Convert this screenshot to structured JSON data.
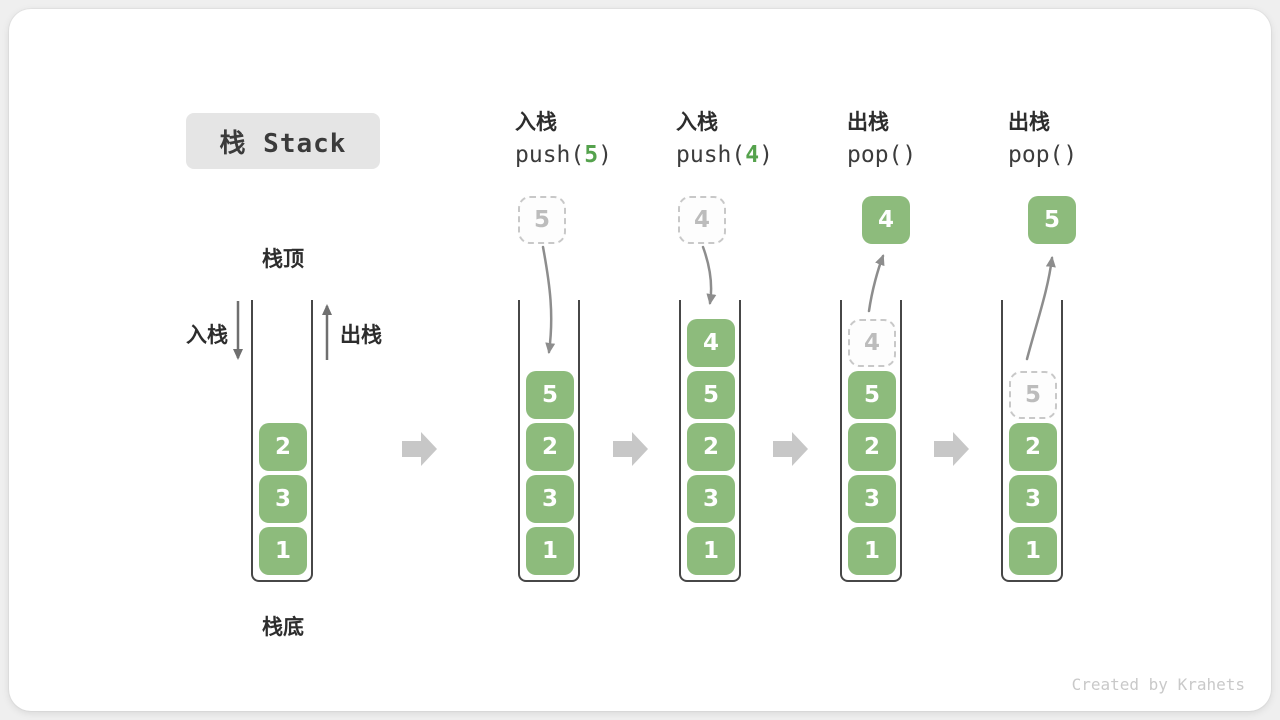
{
  "title": "栈 Stack",
  "labels": {
    "stack_top": "栈顶",
    "stack_bottom": "栈底",
    "push_side": "入栈",
    "pop_side": "出栈"
  },
  "colors": {
    "cell_green": "#8dbb7c",
    "code_arg_green": "#55a24d",
    "ghost_gray": "#c8c8c8",
    "container_stroke": "#474747",
    "transition_arrow_gray": "#c7c7c7"
  },
  "columns": [
    {
      "name": "initial-stack",
      "cells": [
        "2",
        "3",
        "1"
      ]
    },
    {
      "name": "push-5",
      "op_cn": "入栈",
      "code_pre": "push(",
      "code_arg": "5",
      "code_post": ")",
      "floating": "5",
      "cells": [
        "5",
        "2",
        "3",
        "1"
      ]
    },
    {
      "name": "push-4",
      "op_cn": "入栈",
      "code_pre": "push(",
      "code_arg": "4",
      "code_post": ")",
      "floating": "4",
      "cells": [
        "4",
        "5",
        "2",
        "3",
        "1"
      ]
    },
    {
      "name": "pop-4",
      "op_cn": "出栈",
      "code_pre": "pop()",
      "code_arg": "",
      "code_post": "",
      "floating": "4",
      "ghost_cell": "4",
      "cells": [
        "5",
        "2",
        "3",
        "1"
      ]
    },
    {
      "name": "pop-5",
      "op_cn": "出栈",
      "code_pre": "pop()",
      "code_arg": "",
      "code_post": "",
      "floating": "5",
      "ghost_cell": "5",
      "cells": [
        "2",
        "3",
        "1"
      ]
    }
  ],
  "watermark": "Created by Krahets"
}
